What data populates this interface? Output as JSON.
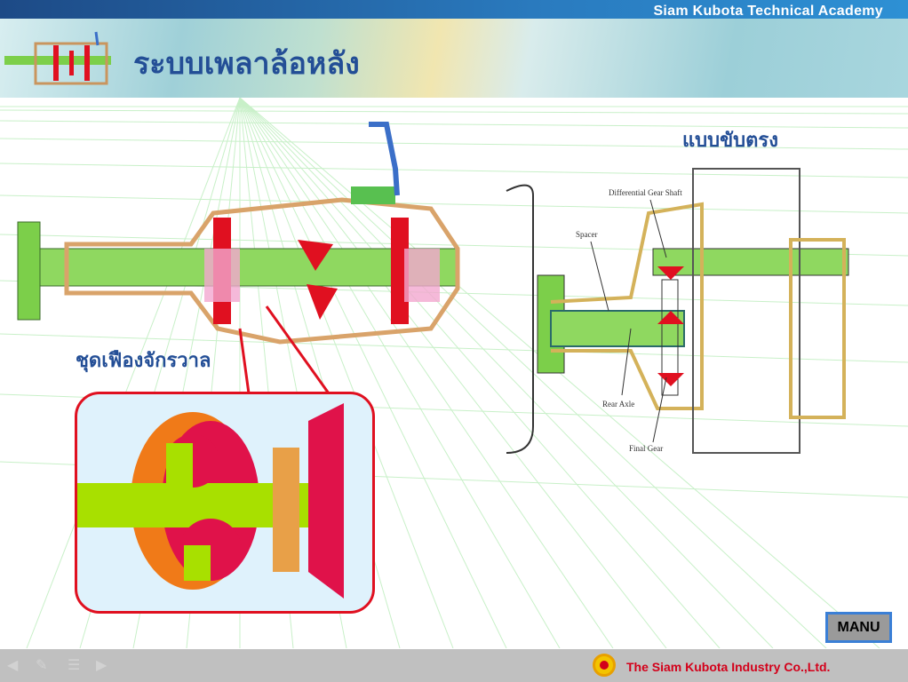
{
  "header": {
    "academy": "Siam Kubota Technical Academy",
    "title": "ระบบเพลาล้อหลัง"
  },
  "labels": {
    "differential": "ชุดเฟืองจักรวาล",
    "direct_drive": "แบบขับตรง"
  },
  "diagram_right": {
    "differential_gear_shaft": "Differential Gear Shaft",
    "spacer": "Spacer",
    "rear_axle": "Rear Axle",
    "final_gear": "Final Gear"
  },
  "manu_button": "MANU",
  "footer": {
    "company": "The Siam Kubota Industry Co.,Ltd.",
    "nav": [
      "back",
      "pen",
      "menu",
      "forward"
    ]
  }
}
